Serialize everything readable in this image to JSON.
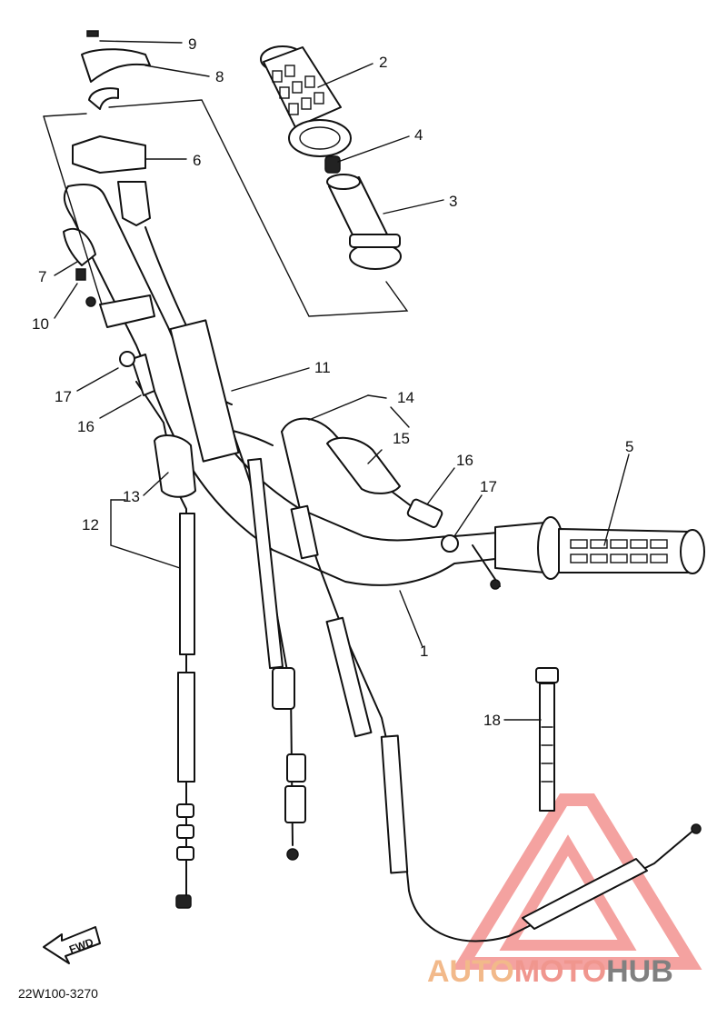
{
  "diagram": {
    "drawing_code": "22W100-3270",
    "direction_label": "FWD",
    "watermark": {
      "prefix": "AUTO",
      "middle": "MOTO",
      "suffix": "HUB",
      "color_prefix": "#f2b98a",
      "color_middle": "#f0968e",
      "color_suffix": "#808080",
      "triangle_color": "#f07a78"
    },
    "callouts": [
      {
        "id": "c9",
        "text": "9"
      },
      {
        "id": "c8",
        "text": "8"
      },
      {
        "id": "c2",
        "text": "2"
      },
      {
        "id": "c4",
        "text": "4"
      },
      {
        "id": "c6",
        "text": "6"
      },
      {
        "id": "c3",
        "text": "3"
      },
      {
        "id": "c7",
        "text": "7"
      },
      {
        "id": "c10",
        "text": "10"
      },
      {
        "id": "c11",
        "text": "11"
      },
      {
        "id": "c14",
        "text": "14"
      },
      {
        "id": "c17a",
        "text": "17"
      },
      {
        "id": "c15",
        "text": "15"
      },
      {
        "id": "c16a",
        "text": "16"
      },
      {
        "id": "c5",
        "text": "5"
      },
      {
        "id": "c16b",
        "text": "16"
      },
      {
        "id": "c17b",
        "text": "17"
      },
      {
        "id": "c13",
        "text": "13"
      },
      {
        "id": "c12",
        "text": "12"
      },
      {
        "id": "c1",
        "text": "1"
      },
      {
        "id": "c18",
        "text": "18"
      }
    ]
  }
}
